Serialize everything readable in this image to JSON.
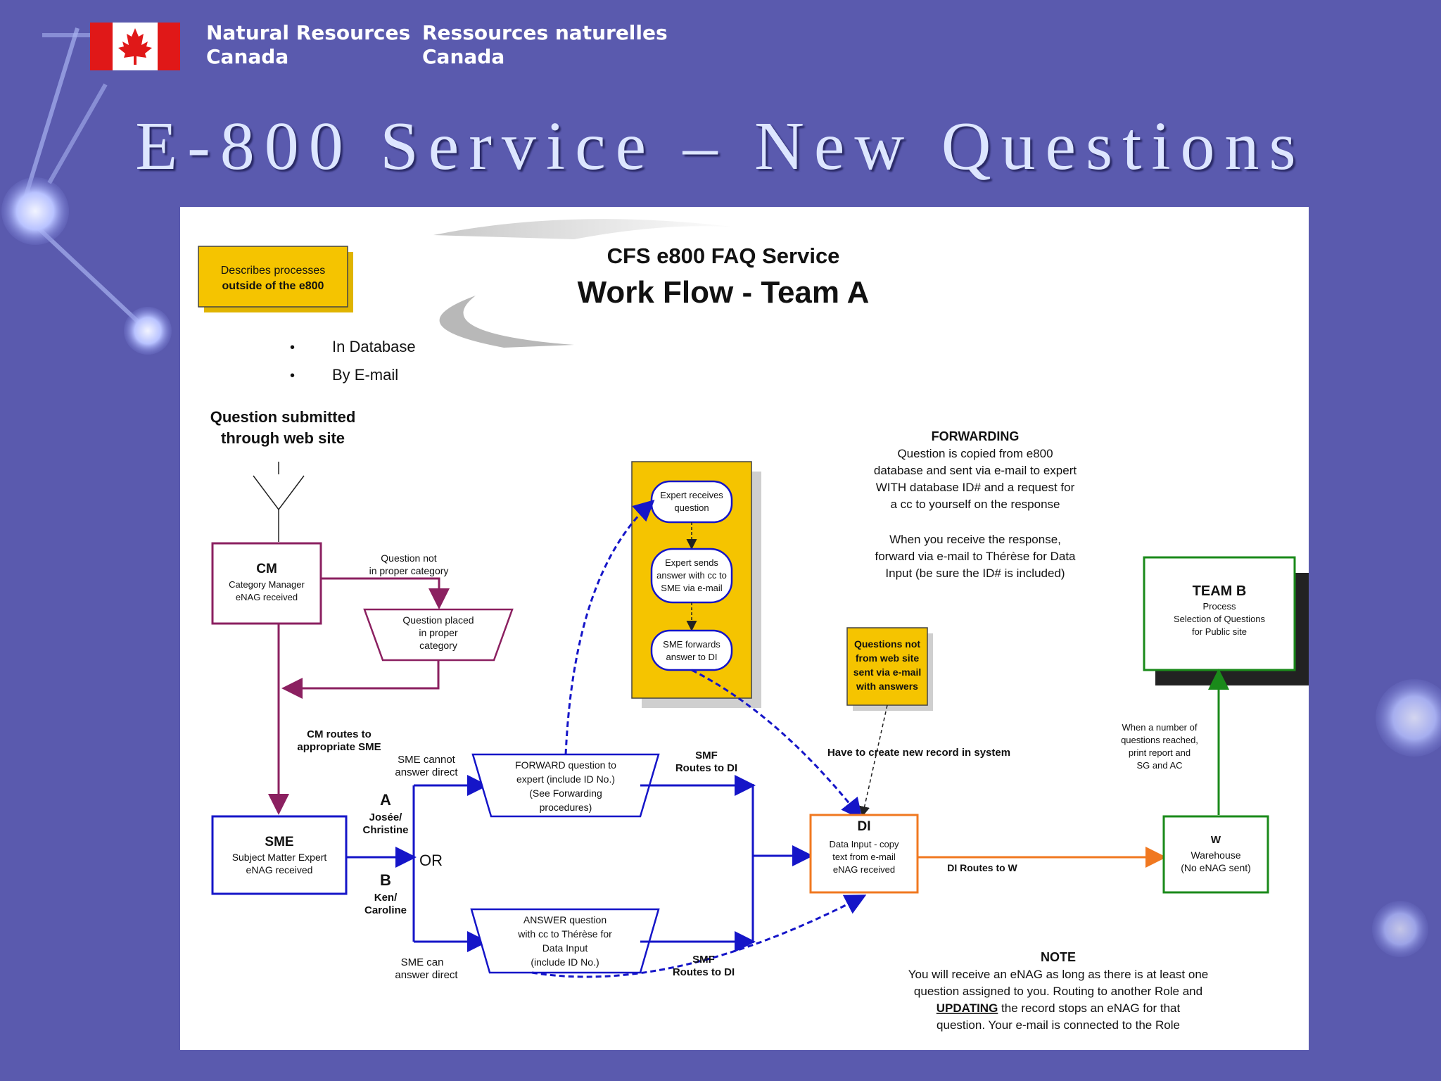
{
  "header": {
    "department_en_line1": "Natural Resources",
    "department_en_line2": "Canada",
    "department_fr_line1": "Ressources naturelles",
    "department_fr_line2": "Canada"
  },
  "slide_title": "E-800 Service – New Questions",
  "diagram": {
    "title_line1": "CFS e800 FAQ Service",
    "title_line2": "Work Flow - Team A",
    "legend_line1": "Describes processes",
    "legend_line2": "outside of the e800",
    "bullet1": "In Database",
    "bullet2": "By E-mail",
    "submitted_line1": "Question submitted",
    "submitted_line2": "through web site",
    "cm_title": "CM",
    "cm_line1": "Category Manager",
    "cm_line2": "eNAG received",
    "q_not_line1": "Question not",
    "q_not_line2": "in proper category",
    "q_placed_line1": "Question placed",
    "q_placed_line2": "in proper",
    "q_placed_line3": "category",
    "cm_routes_line1": "CM routes to",
    "cm_routes_line2": "appropriate SME",
    "sme_title": "SME",
    "sme_line1": "Subject Matter Expert",
    "sme_line2": "eNAG received",
    "a_label": "A",
    "a_name1": "Josée/",
    "a_name2": "Christine",
    "b_label": "B",
    "b_name1": "Ken/",
    "b_name2": "Caroline",
    "or_label": "OR",
    "sme_cannot_line1": "SME cannot",
    "sme_cannot_line2": "answer direct",
    "sme_can_line1": "SME can",
    "sme_can_line2": "answer direct",
    "fwd_line1": "FORWARD question to",
    "fwd_line2": "expert (include ID No.)",
    "fwd_line3": "(See Forwarding",
    "fwd_line4": "procedures)",
    "ans_line1": "ANSWER question",
    "ans_line2": "with cc to Thérèse for",
    "ans_line3": "Data Input",
    "ans_line4": "(include ID No.)",
    "expert1_line1": "Expert receives",
    "expert1_line2": "question",
    "expert2_line1": "Expert sends",
    "expert2_line2": "answer with cc to",
    "expert2_line3": "SME via e-mail",
    "expert3_line1": "SME forwards",
    "expert3_line2": "answer to DI",
    "smf_routes_top1": "SMF",
    "smf_routes_top2": "Routes to DI",
    "smf_routes_bot1": "SMF",
    "smf_routes_bot2": "Routes to DI",
    "forwarding_title": "FORWARDING",
    "forwarding_lines": [
      "Question is copied from e800",
      "database and sent via e-mail to expert",
      "WITH database ID# and a request for",
      "a cc to yourself on the response",
      "",
      "When you receive the response,",
      "forward via e-mail to Thérèse for Data",
      "Input (be sure the ID# is included)"
    ],
    "not_web_line1": "Questions not",
    "not_web_line2": "from web site",
    "not_web_line3": "sent via e-mail",
    "not_web_line4": "with answers",
    "new_record": "Have to create new record in system",
    "di_title": "DI",
    "di_line1": "Data Input - copy",
    "di_line2": "text from e-mail",
    "di_line3": "eNAG received",
    "di_routes": "DI Routes to W",
    "teamb_title": "TEAM B",
    "teamb_line1": "Process",
    "teamb_line2": "Selection of Questions",
    "teamb_line3": "for Public site",
    "when_line1": "When a number of",
    "when_line2": "questions reached,",
    "when_line3": "print report and",
    "when_line4": "SG and AC",
    "w_title": "W",
    "w_line1": "Warehouse",
    "w_line2": "(No eNAG sent)",
    "note_title": "NOTE",
    "note_line1": "You will receive an eNAG as long as there is at least one",
    "note_line2": "question assigned to you. Routing to another Role and",
    "note_updating": "UPDATING",
    "note_line3_rest": " the record stops an eNAG for that",
    "note_line4": "question. Your e-mail is connected to the Role"
  },
  "colors": {
    "background": "#5a5aae",
    "title": "#dde6ff",
    "legend_yellow": "#f5c400",
    "cm_purple": "#8b2060",
    "blue_flow": "#1515c8",
    "orange_di": "#f07820",
    "green_team": "#1a8a1a",
    "route_red": "#c43a3a"
  }
}
